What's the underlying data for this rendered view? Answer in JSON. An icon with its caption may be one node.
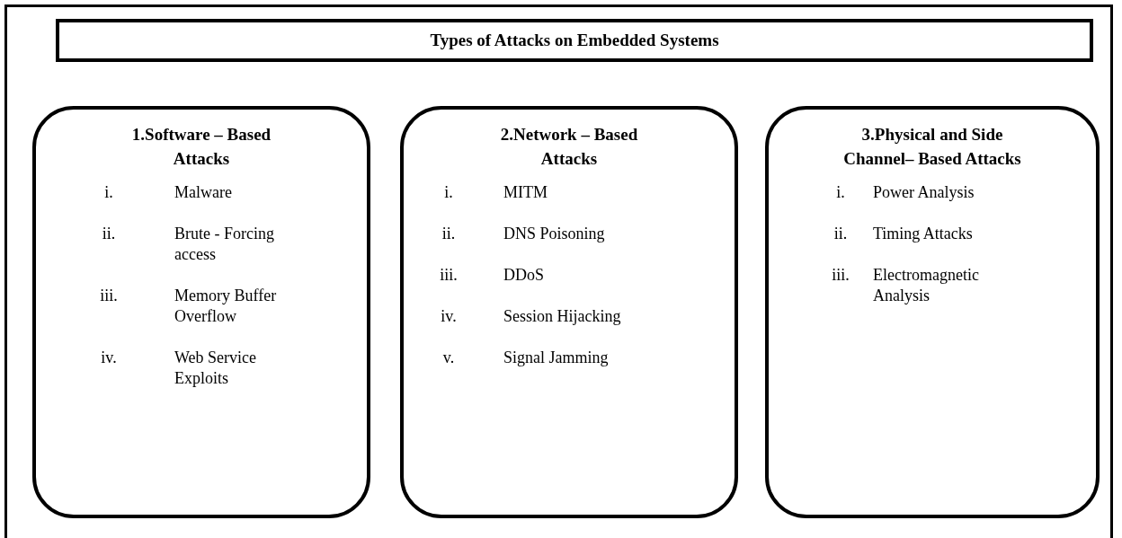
{
  "diagram": {
    "nodes": [
      {
        "text": [
          "Types of Attacks on Embedded Systems"
        ]
      },
      {
        "text": [
          "1.Software – Based Attacks",
          "i.",
          "Malware",
          "ii.",
          "Brute - Forcing access",
          "iii.",
          "Memory Buffer Overflow",
          "iv.",
          "Web Service Exploits"
        ]
      },
      {
        "text": [
          "2.Network – Based Attacks",
          "i.",
          "MITM",
          "ii.",
          "DNS Poisoning",
          "iii.",
          "DDoS",
          "iv.",
          "Session Hijacking",
          "v.",
          "Signal Jamming"
        ]
      },
      {
        "text": [
          "3.Physical and Side Channel– Based Attacks",
          "i.",
          "Power Analysis",
          "ii.",
          "Timing Attacks",
          "iii.",
          "Electromagnetic Analysis"
        ]
      }
    ],
    "edges": []
  }
}
